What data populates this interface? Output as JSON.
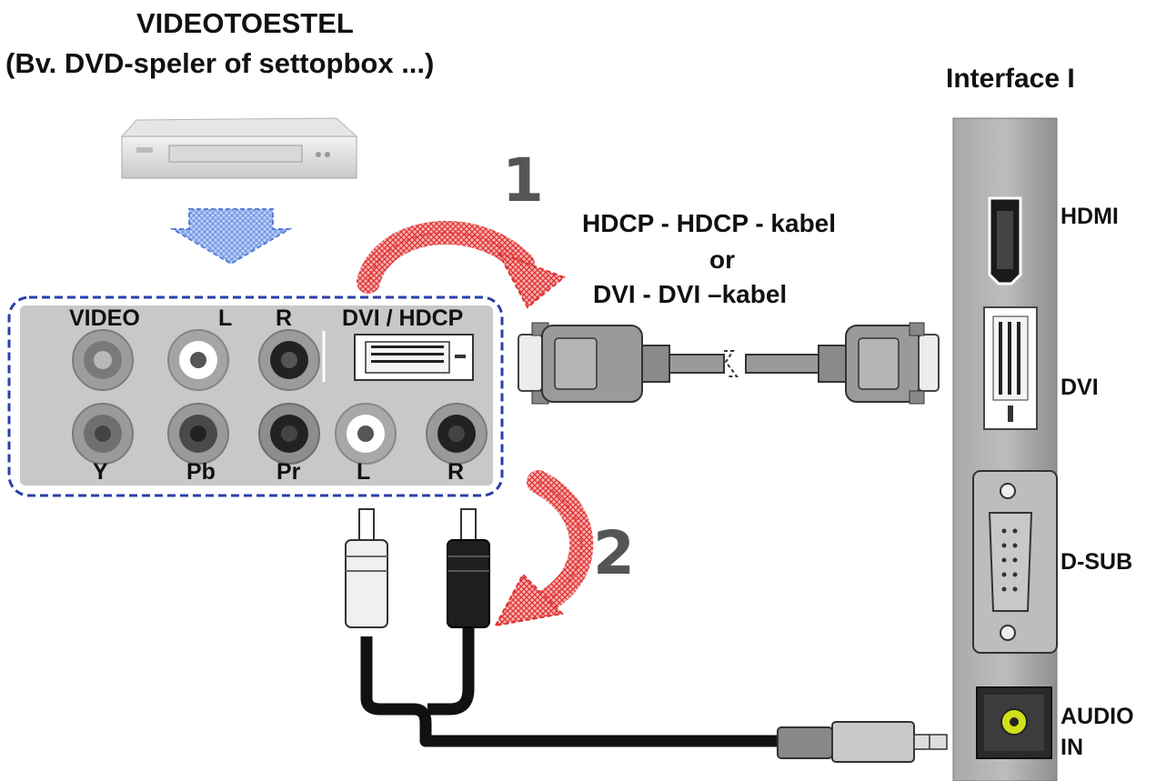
{
  "device": {
    "title_line1": "VIDEOTOESTEL",
    "title_line2": "(Bv. DVD-speler of settopbox ...)"
  },
  "steps": {
    "step1": "1",
    "step2": "2"
  },
  "cable": {
    "line1": "HDCP - HDCP - kabel",
    "or": "or",
    "line2": "DVI - DVI –kabel"
  },
  "source_panel": {
    "top_labels": {
      "video": "VIDEO",
      "l": "L",
      "r": "R",
      "dvi_hdcp": "DVI / HDCP"
    },
    "bottom_labels": {
      "y": "Y",
      "pb": "Pb",
      "pr": "Pr",
      "l": "L",
      "r": "R"
    }
  },
  "interface": {
    "title": "Interface I",
    "ports": {
      "hdmi": "HDMI",
      "dvi": "DVI",
      "dsub": "D-SUB",
      "audio1": "AUDIO",
      "audio2": "IN"
    }
  },
  "colors": {
    "arrow_red": "#e03030",
    "arrow_blue": "#6b8fe0",
    "panel_border": "#2a3fa8",
    "interface_panel": "#9a9a9a"
  }
}
